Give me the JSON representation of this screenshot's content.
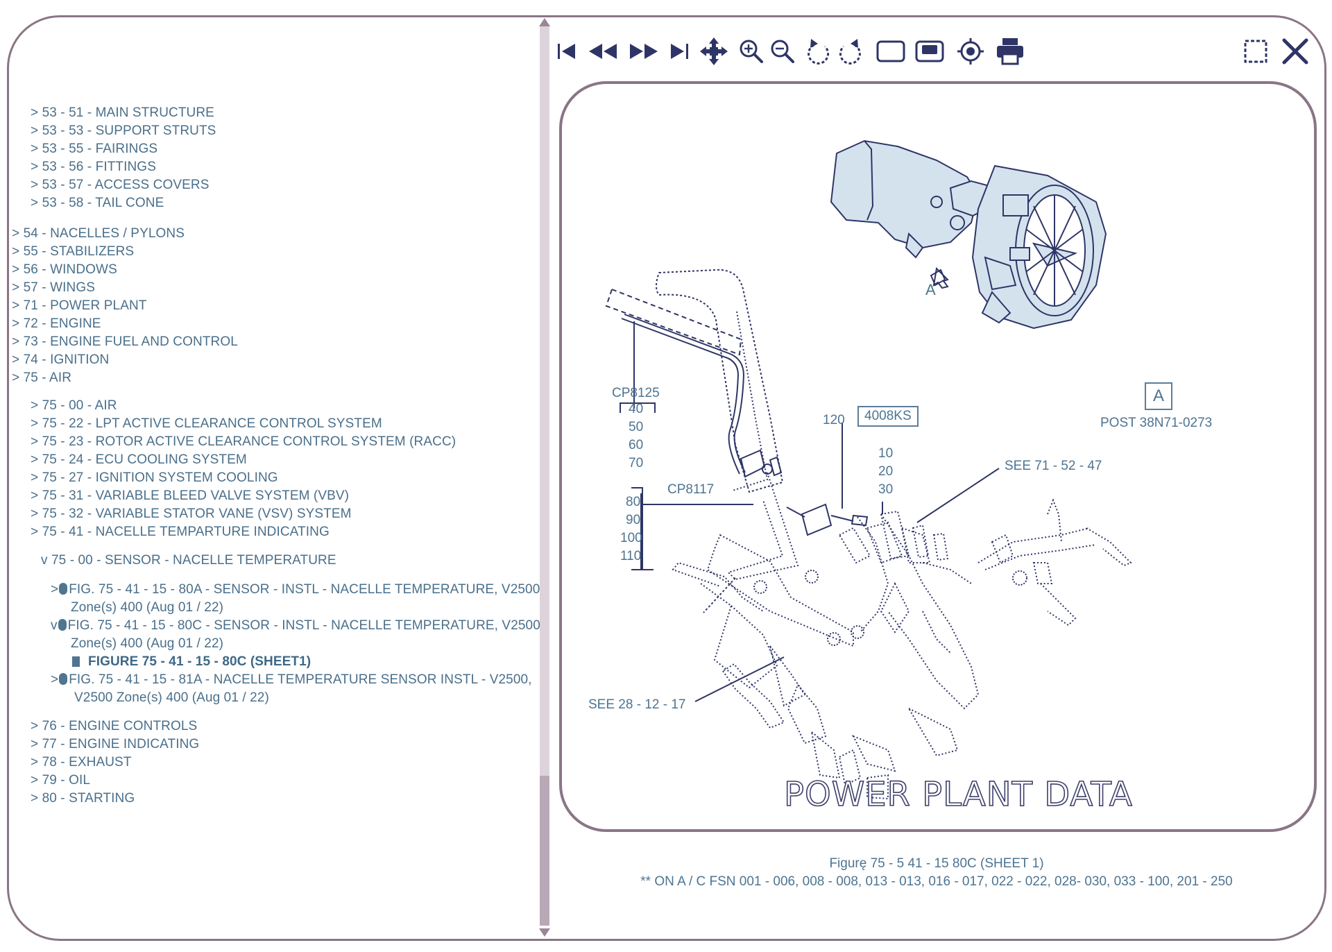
{
  "tree": {
    "items": [
      {
        "prefix": "> ",
        "text": "53 - 51 - MAIN STRUCTURE"
      },
      {
        "prefix": "> ",
        "text": "53 - 53 - SUPPORT STRUTS"
      },
      {
        "prefix": "> ",
        "text": "53 - 55 - FAIRINGS"
      },
      {
        "prefix": "> ",
        "text": "53 - 56 - FITTINGS"
      },
      {
        "prefix": "> ",
        "text": "53 - 57 - ACCESS COVERS"
      },
      {
        "prefix": "> ",
        "text": "53 - 58 - TAIL CONE"
      },
      {
        "prefix": "> ",
        "text": "54 -  NACELLES / PYLONS"
      },
      {
        "prefix": "> ",
        "text": "55 -  STABILIZERS"
      },
      {
        "prefix": "> ",
        "text": "56 -  WINDOWS"
      },
      {
        "prefix": "> ",
        "text": "57 -  WINGS"
      },
      {
        "prefix": "> ",
        "text": "71 -  POWER PLANT"
      },
      {
        "prefix": "> ",
        "text": "72 -  ENGINE"
      },
      {
        "prefix": "> ",
        "text": "73 -  ENGINE FUEL AND CONTROL"
      },
      {
        "prefix": "> ",
        "text": "74 -  IGNITION"
      },
      {
        "prefix": "> ",
        "text": "75 -  AIR"
      },
      {
        "prefix": "> ",
        "text": "75 - 00 - AIR"
      },
      {
        "prefix": "> ",
        "text": "75 - 22 - LPT ACTIVE CLEARANCE CONTROL SYSTEM"
      },
      {
        "prefix": "> ",
        "text": "75 - 23 - ROTOR ACTIVE CLEARANCE CONTROL SYSTEM (RACC)"
      },
      {
        "prefix": "> ",
        "text": "75 - 24 - ECU COOLING SYSTEM"
      },
      {
        "prefix": "> ",
        "text": "75 - 27 - IGNITION SYSTEM COOLING"
      },
      {
        "prefix": "> ",
        "text": "75 - 31 - VARIABLE BLEED VALVE SYSTEM (VBV)"
      },
      {
        "prefix": "> ",
        "text": "75 - 32 - VARIABLE STATOR VANE (VSV) SYSTEM"
      },
      {
        "prefix": "> ",
        "text": "75 - 41 - NACELLE TEMPARTURE INDICATING"
      },
      {
        "prefix": "v ",
        "text": "75 - 00 - SENSOR - NACELLE TEMPERATURE"
      },
      {
        "prefix": ">",
        "text": "FIG. 75 - 41 - 15 - 80A - SENSOR - INSTL - NACELLE TEMPERATURE, V2500"
      },
      {
        "prefix": "",
        "text": "Zone(s) 400 (Aug 01 / 22)"
      },
      {
        "prefix": "v",
        "text": "FIG. 75 - 41 - 15 - 80C - SENSOR - INSTL - NACELLE TEMPERATURE, V2500"
      },
      {
        "prefix": "",
        "text": "Zone(s) 400 (Aug 01 / 22)"
      },
      {
        "prefix": "",
        "text": "FIGURE 75 - 41 - 15 - 80C (SHEET1)"
      },
      {
        "prefix": ">",
        "text": "FIG. 75 - 41 - 15 - 81A - NACELLE TEMPERATURE SENSOR INSTL - V2500,"
      },
      {
        "prefix": "",
        "text": "V2500 Zone(s) 400 (Aug 01 / 22)"
      },
      {
        "prefix": "> ",
        "text": "76 -  ENGINE CONTROLS"
      },
      {
        "prefix": "> ",
        "text": "77 -  ENGINE INDICATING"
      },
      {
        "prefix": "> ",
        "text": "78 -  EXHAUST"
      },
      {
        "prefix": "> ",
        "text": "79 -  OIL"
      },
      {
        "prefix": "> ",
        "text": "80 -  STARTING"
      }
    ]
  },
  "toolbar": {
    "icons": [
      "first-page-icon",
      "previous-page-icon",
      "next-page-icon",
      "last-page-icon",
      "pan-move-icon",
      "zoom-in-icon",
      "zoom-out-icon",
      "rotate-left-icon",
      "rotate-right-icon",
      "fit-page-icon",
      "fit-width-icon",
      "locate-target-icon",
      "print-icon"
    ],
    "right_icons": [
      "select-area-icon",
      "close-icon"
    ]
  },
  "figure": {
    "callouts": {
      "cp8125": "CP8125",
      "c40": "40",
      "c50": "50",
      "c60": "60",
      "c70": "70",
      "cp8117": "CP8117",
      "c80": "80",
      "c90": "90",
      "c100": "100",
      "c110": "110",
      "c120": "120",
      "ks": "4008KS",
      "c10": "10",
      "c20": "20",
      "c30": "30",
      "see1": "SEE 71 - 52 - 47",
      "see2": "SEE 28 - 12 - 17",
      "view_a": "A",
      "view_box_a": "A",
      "post": "POST 38N71-0273"
    },
    "title": "POWER PLANT DATA"
  },
  "caption": {
    "line1": "Figurę 75 - 5 41 - 15 80C (SHEET 1)",
    "line2": "** ON A / C FSN 001 - 006, 008 - 008, 013 - 013, 016 - 017, 022 - 022, 028- 030, 033 - 100, 201 - 250"
  },
  "colors": {
    "frame": "#8a7585",
    "text": "#4a6f8a",
    "drawing": "#2e3566"
  }
}
